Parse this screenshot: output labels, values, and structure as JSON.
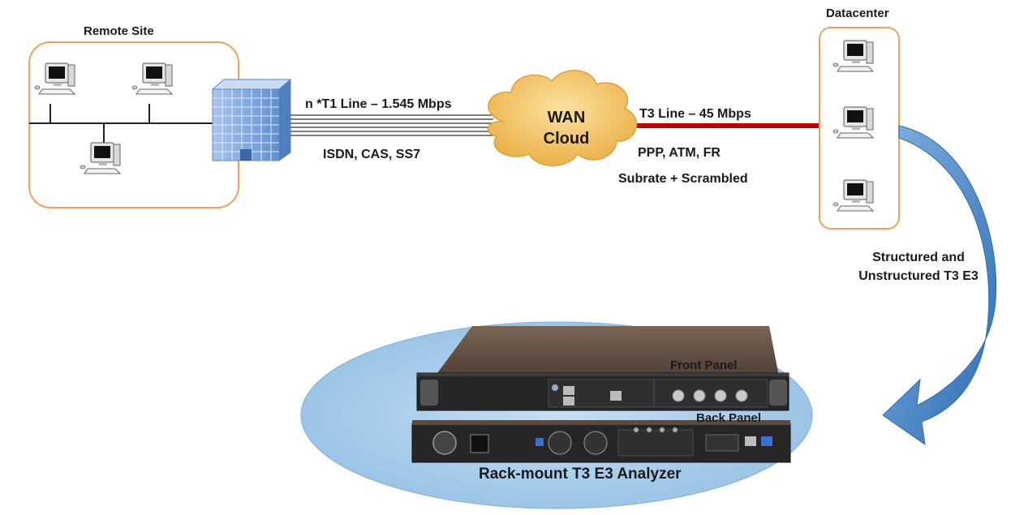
{
  "labels": {
    "remote_site": "Remote Site",
    "datacenter": "Datacenter",
    "t1_line": "n *T1 Line – 1.545 Mbps",
    "t1_protocols": "ISDN, CAS, SS7",
    "wan_line1": "WAN",
    "wan_line2": "Cloud",
    "t3_line": "T3 Line – 45 Mbps",
    "t3_protocols": "PPP, ATM, FR",
    "t3_modes": "Subrate  + Scrambled",
    "structured_line1": "Structured and",
    "structured_line2": "Unstructured T3 E3",
    "front_panel": "Front Panel",
    "back_panel": "Back Panel",
    "analyzer": "Rack-mount T3 E3 Analyzer"
  },
  "colors": {
    "box_border": "#f0a060",
    "building": "#7fa8dc",
    "cloud": "#f2c15a",
    "t3_line": "#c00000",
    "ellipse": "#a9cdeb",
    "arrow": "#2e75b6"
  },
  "icons": {
    "computer": "desktop-computer-icon",
    "building": "office-building-icon",
    "cloud": "wan-cloud-icon",
    "device": "rack-mount-analyzer"
  }
}
